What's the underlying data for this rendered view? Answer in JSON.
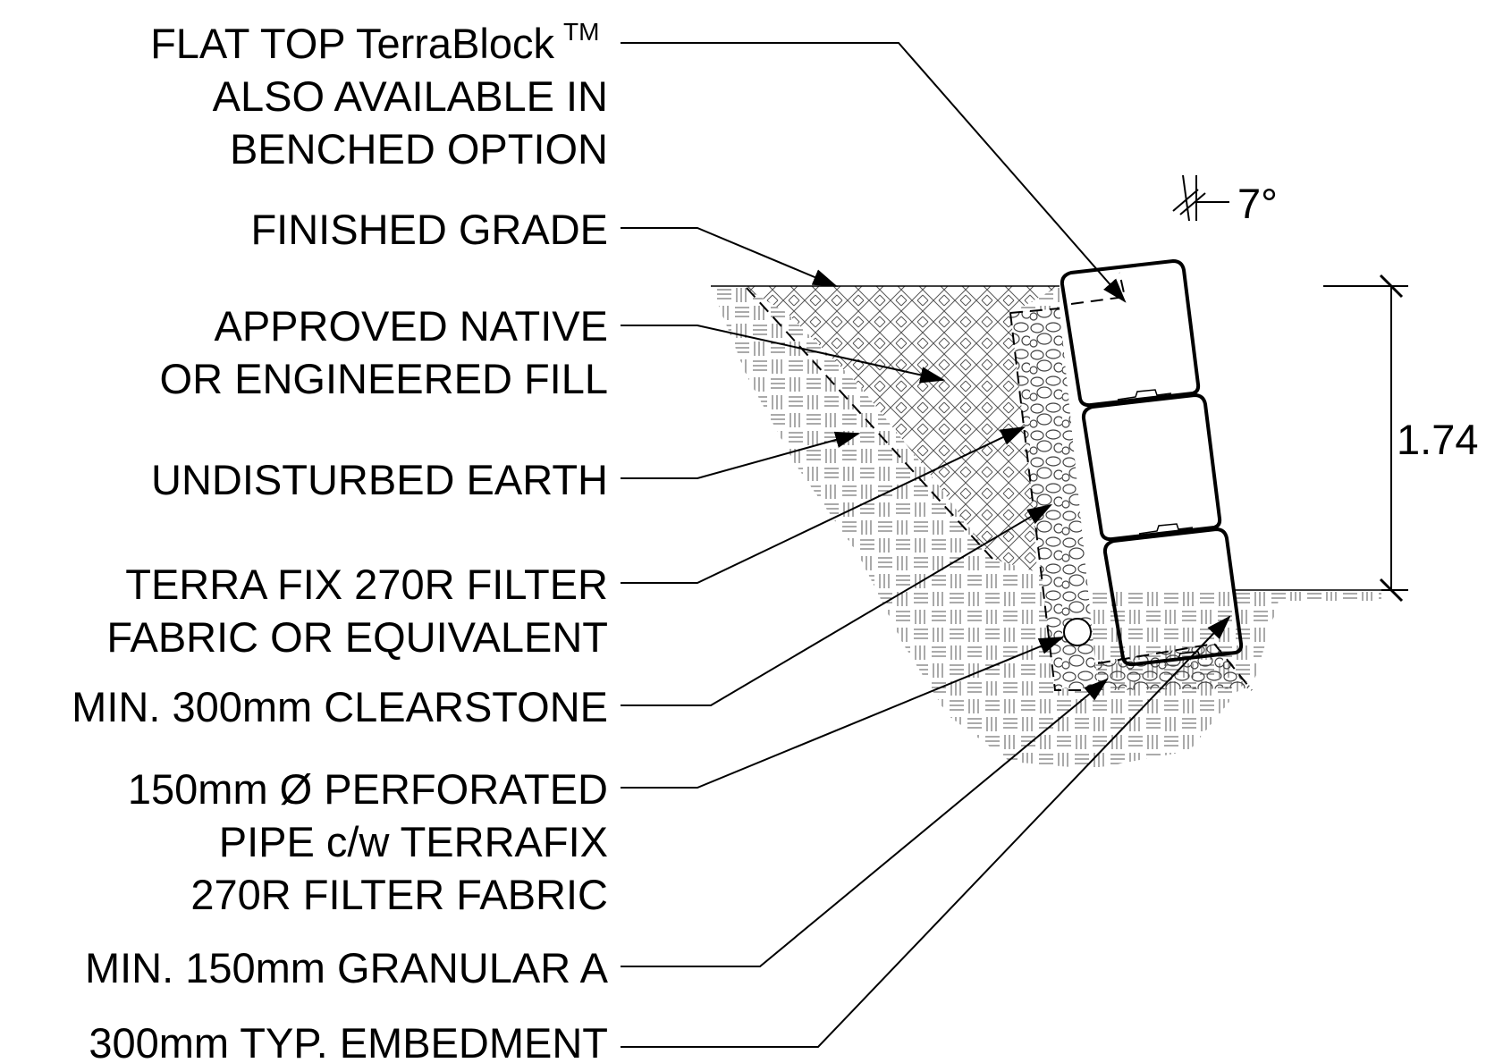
{
  "labels": {
    "flat_top_1": "FLAT TOP TerraBlock",
    "flat_top_tm": "TM",
    "flat_top_2": "ALSO AVAILABLE IN",
    "flat_top_3": "BENCHED OPTION",
    "finished_grade": "FINISHED GRADE",
    "fill_1": "APPROVED NATIVE",
    "fill_2": "OR ENGINEERED FILL",
    "undisturbed_earth": "UNDISTURBED EARTH",
    "filter_1": "TERRA FIX 270R FILTER",
    "filter_2": "FABRIC OR EQUIVALENT",
    "clearstone": "MIN. 300mm CLEARSTONE",
    "pipe_1": "150mm Ø PERFORATED",
    "pipe_2": "PIPE c/w TERRAFIX",
    "pipe_3": "270R FILTER FABRIC",
    "granular": "MIN. 150mm GRANULAR A",
    "embedment": "300mm TYP. EMBEDMENT"
  },
  "dimensions": {
    "batter_angle": "7°",
    "wall_height": "1.74"
  },
  "colors": {
    "line": "#000000",
    "hatch": "#555555",
    "background": "#ffffff"
  }
}
